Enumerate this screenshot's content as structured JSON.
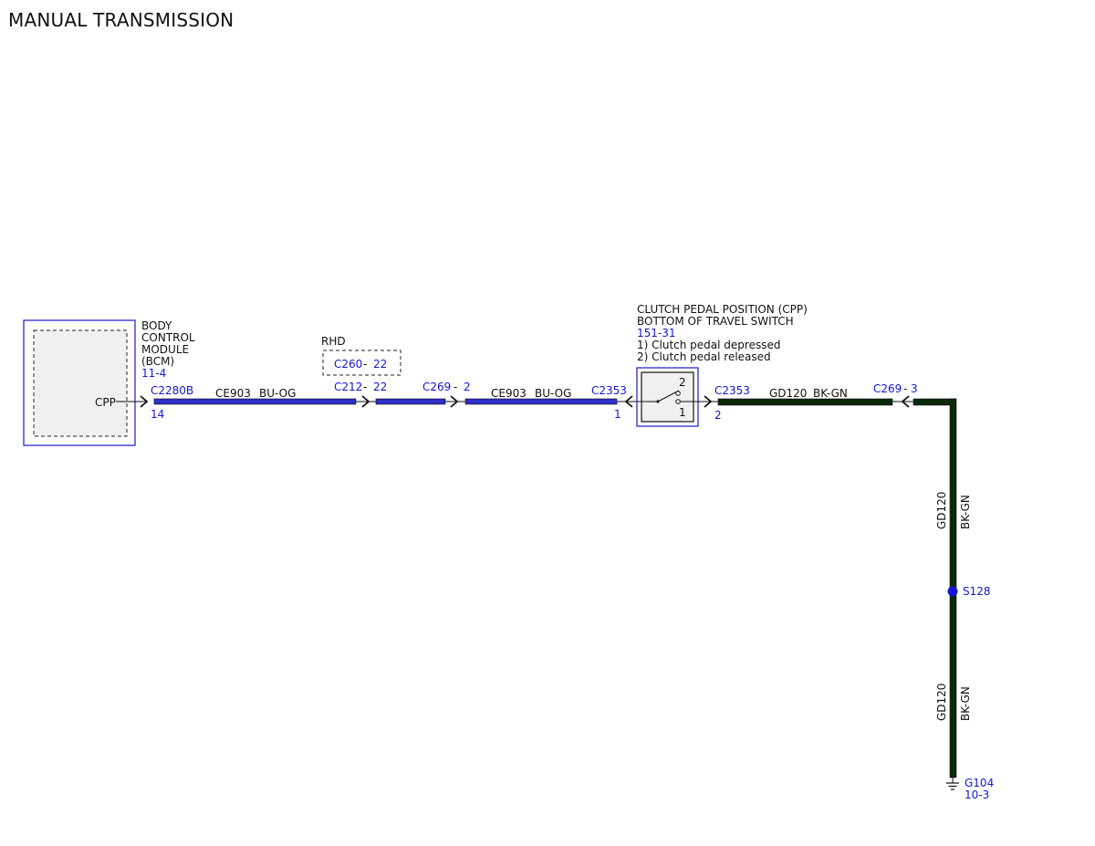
{
  "title": "MANUAL TRANSMISSION",
  "colors": {
    "connector_text": "#1515d6",
    "wire_bu_og": "#2e2ec8",
    "wire_bk_gn": "#0b2a0b",
    "component_border": "#2a2ad0"
  },
  "bcm": {
    "name_lines": [
      "BODY",
      "CONTROL",
      "MODULE",
      "(BCM)"
    ],
    "ref": "11-4",
    "pin_label": "CPP",
    "connector": "C2280B",
    "pin": "14"
  },
  "wire1": {
    "circuit": "CE903",
    "color": "BU-OG"
  },
  "rhd": {
    "label": "RHD",
    "connector": "C260",
    "dash": "-",
    "pin": "22"
  },
  "inline1": {
    "connector": "C212",
    "dash": "-",
    "pin": "22"
  },
  "inline2": {
    "connector": "C269",
    "dash": "-",
    "pin": "2"
  },
  "wire2": {
    "circuit": "CE903",
    "color": "BU-OG"
  },
  "switch": {
    "name_lines": [
      "CLUTCH PEDAL POSITION (CPP)",
      "BOTTOM OF TRAVEL SWITCH"
    ],
    "ref": "151-31",
    "notes": [
      "1) Clutch pedal depressed",
      "2) Clutch pedal released"
    ],
    "left_connector": "C2353",
    "left_pin": "1",
    "right_connector": "C2353",
    "right_pin": "2",
    "pos_top": "2",
    "pos_bottom": "1"
  },
  "wire3": {
    "circuit": "GD120",
    "color": "BK-GN"
  },
  "inline3": {
    "connector": "C269",
    "dash": "-",
    "pin": "3"
  },
  "vertical_upper": {
    "circuit": "GD120",
    "color": "BK-GN"
  },
  "splice": {
    "label": "S128"
  },
  "vertical_lower": {
    "circuit": "GD120",
    "color": "BK-GN"
  },
  "ground": {
    "label": "G104",
    "ref": "10-3"
  }
}
